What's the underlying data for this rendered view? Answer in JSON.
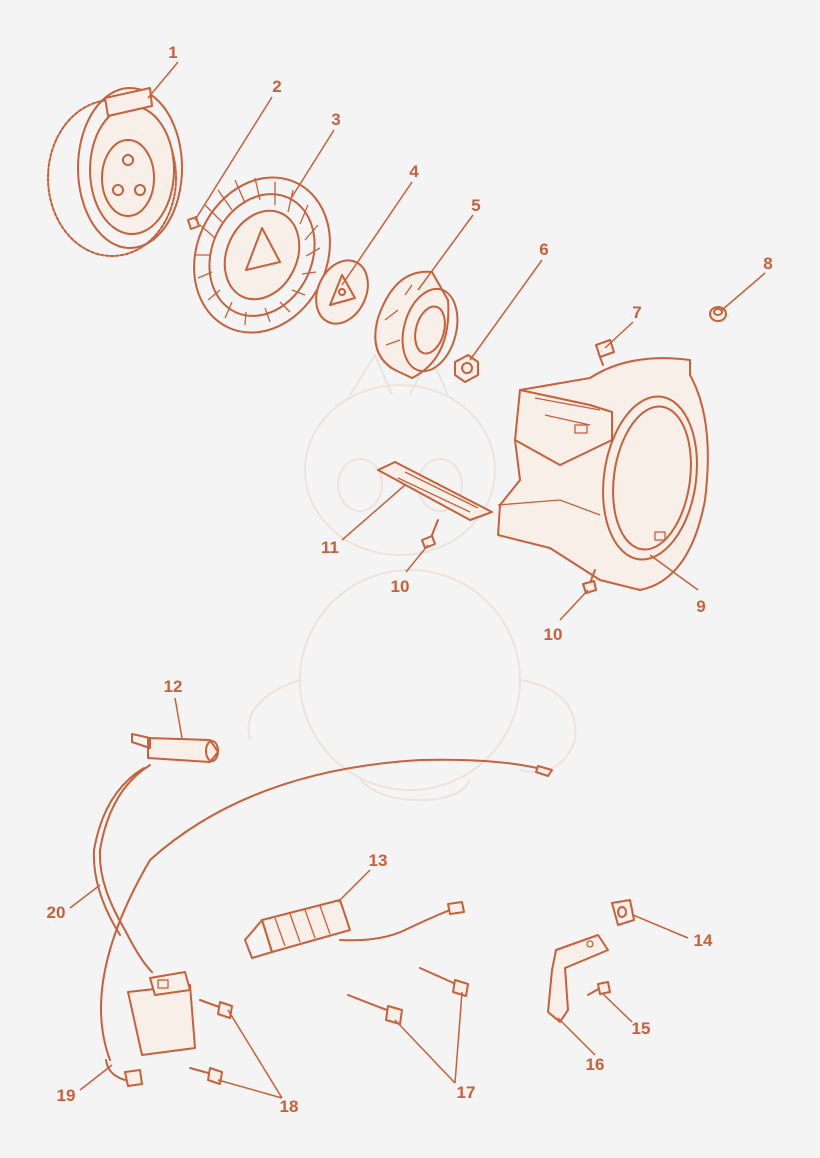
{
  "colors": {
    "line": "#c8603a",
    "background": "#f4f4f4",
    "watermark": "#ebe3dd"
  },
  "callouts": {
    "c1": "1",
    "c2": "2",
    "c3": "3",
    "c4": "4",
    "c5": "5",
    "c6": "6",
    "c7": "7",
    "c8": "8",
    "c9": "9",
    "c10a": "10",
    "c10b": "10",
    "c11": "11",
    "c12": "12",
    "c13": "13",
    "c14": "14",
    "c15": "15",
    "c16": "16",
    "c17": "17",
    "c18": "18",
    "c19": "19",
    "c20": "20"
  }
}
